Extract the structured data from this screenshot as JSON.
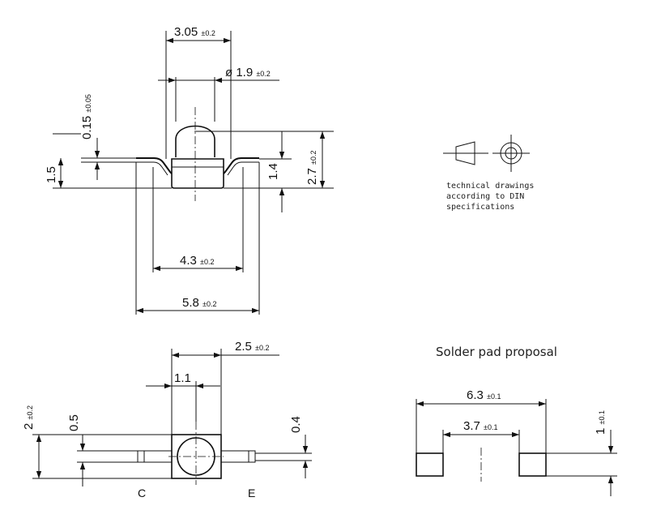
{
  "side_view": {
    "dim_width_top": {
      "value": "3.05",
      "tol": "±0.2"
    },
    "dim_lens_dia": {
      "value": "ø 1.9",
      "tol": "±0.2"
    },
    "dim_lead_thk": {
      "value": "0.15",
      "tol": "±0.05"
    },
    "dim_height_left": {
      "value": "1.5"
    },
    "dim_height_body": {
      "value": "1.4"
    },
    "dim_height_total": {
      "value": "2.7",
      "tol": "±0.2"
    },
    "dim_body_len": {
      "value": "4.3",
      "tol": "±0.2"
    },
    "dim_total_len": {
      "value": "5.8",
      "tol": "±0.2"
    }
  },
  "note": {
    "lines": [
      "technical drawings",
      "according to DIN",
      "specifications"
    ]
  },
  "top_view": {
    "dim_body_w": {
      "value": "2.5",
      "tol": "±0.2"
    },
    "dim_half": {
      "value": "1.1"
    },
    "dim_height": {
      "value": "2",
      "tol": "±0.2"
    },
    "dim_lead_w": {
      "value": "0.5"
    },
    "dim_lead_r": {
      "value": "0.4"
    },
    "pin_c": "C",
    "pin_e": "E"
  },
  "solder_pad": {
    "title": "Solder pad proposal",
    "dim_outer": {
      "value": "6.3",
      "tol": "±0.1"
    },
    "dim_inner": {
      "value": "3.7",
      "tol": "±0.1"
    },
    "dim_pad_h": {
      "value": "1",
      "tol": "±0.1"
    }
  }
}
